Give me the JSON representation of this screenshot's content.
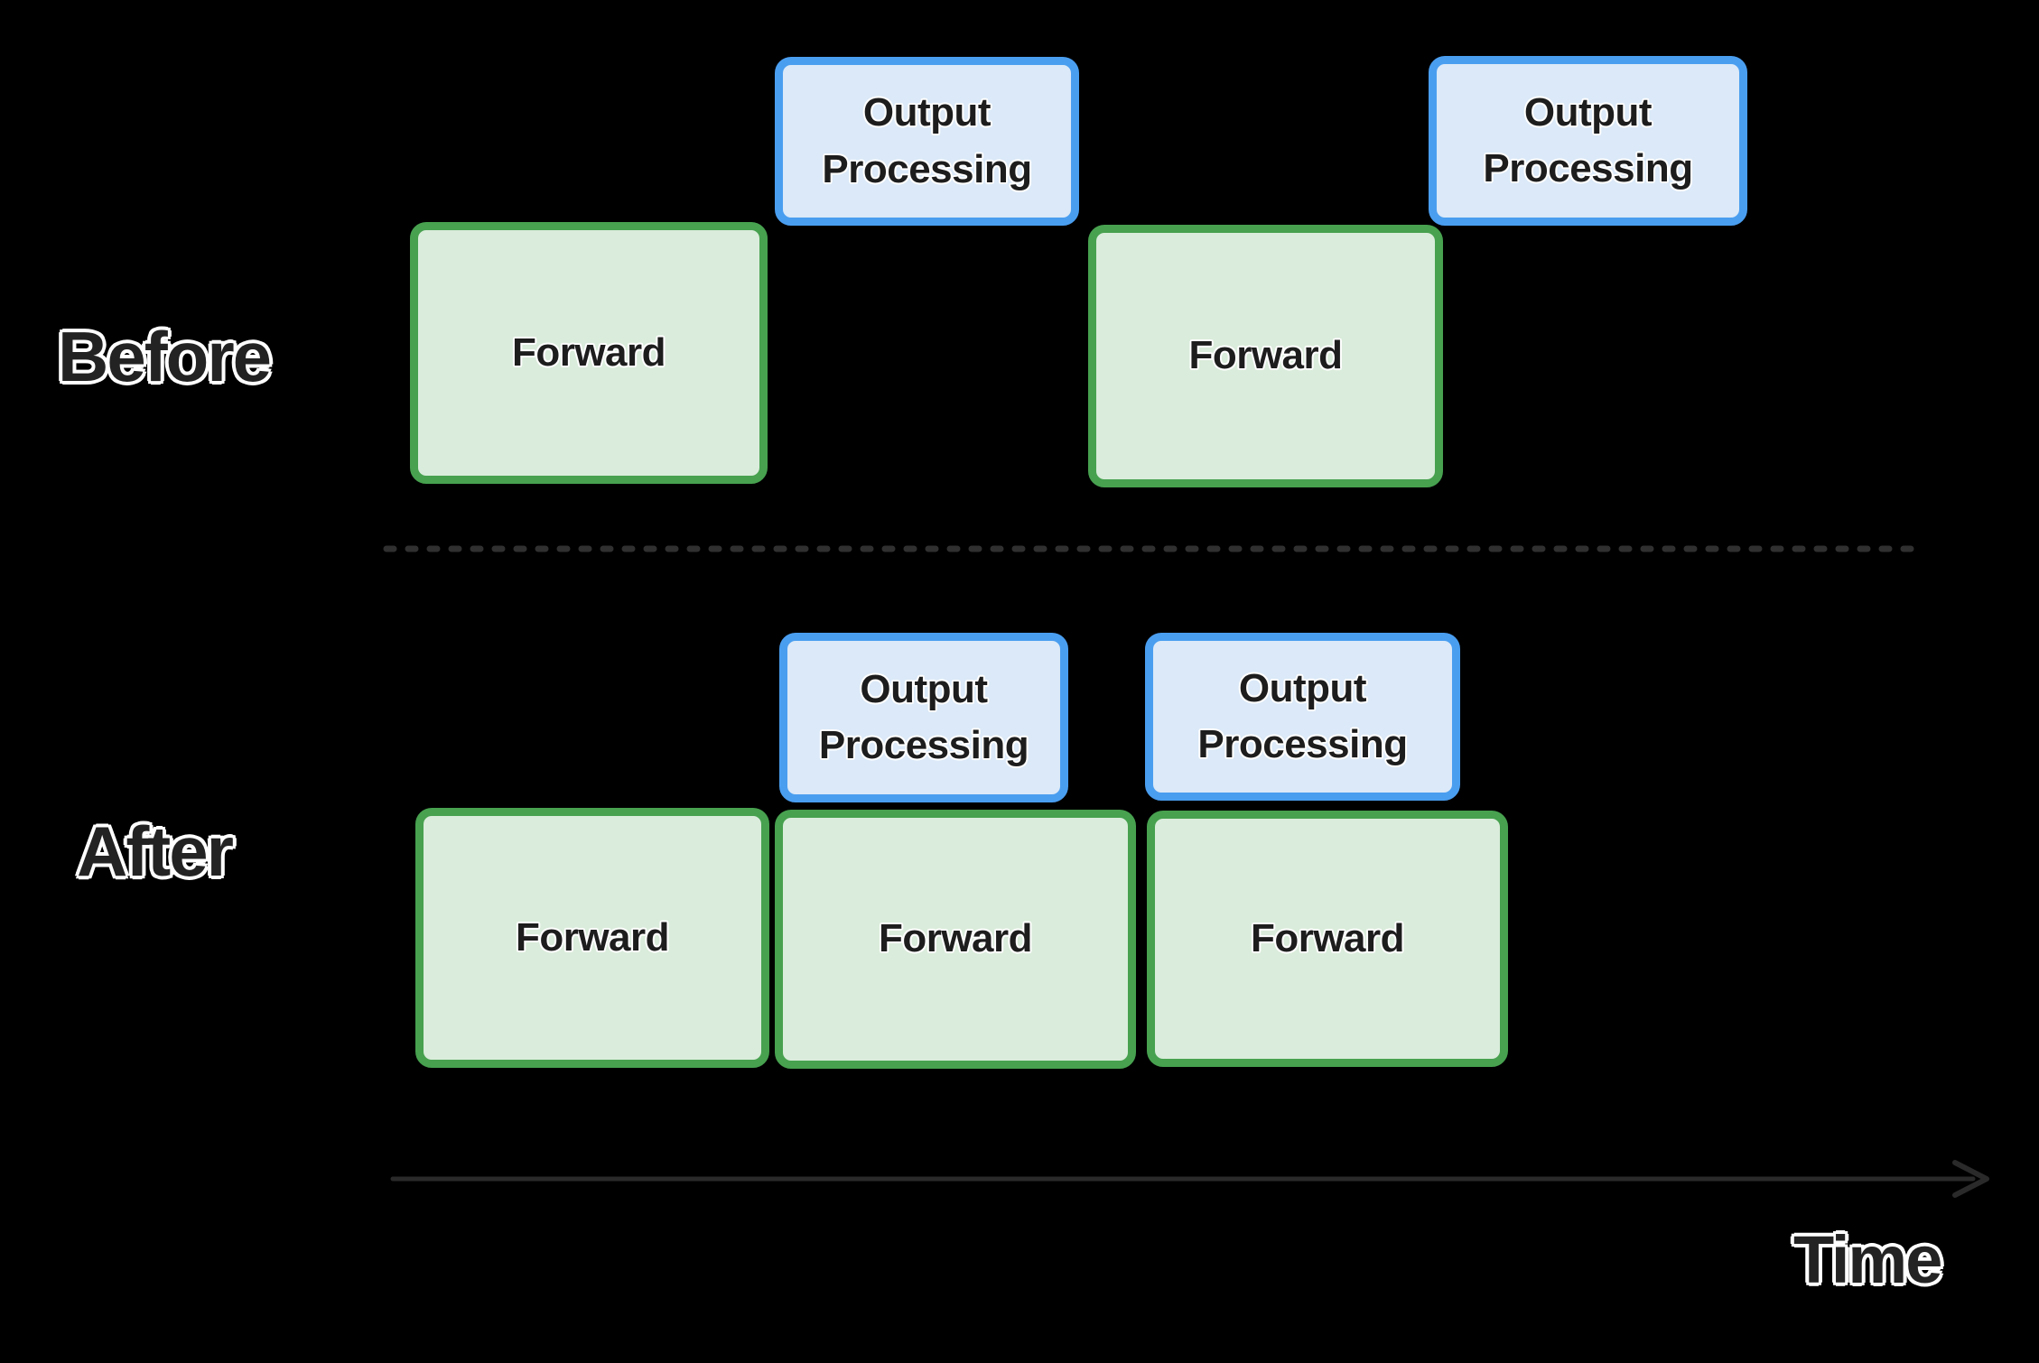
{
  "diagram": {
    "type": "pipelining-timeline-comparison",
    "background": "#000000",
    "rows": {
      "before": {
        "label": "Before",
        "boxes": [
          {
            "type": "forward",
            "label": "Forward"
          },
          {
            "type": "output-processing",
            "label": "Output Processing"
          },
          {
            "type": "forward",
            "label": "Forward"
          },
          {
            "type": "output-processing",
            "label": "Output Processing"
          }
        ]
      },
      "after": {
        "label": "After",
        "boxes": [
          {
            "type": "output-processing",
            "label": "Output Processing"
          },
          {
            "type": "output-processing",
            "label": "Output Processing"
          },
          {
            "type": "forward",
            "label": "Forward"
          },
          {
            "type": "forward",
            "label": "Forward"
          },
          {
            "type": "forward",
            "label": "Forward"
          }
        ]
      }
    },
    "timeline": {
      "label": "Time",
      "arrow_direction": "right"
    },
    "colors": {
      "forward_fill": "#daecdb",
      "forward_border": "#47a14f",
      "output_processing_fill": "#dbe9f8",
      "output_processing_border": "#4a9ef0",
      "box_text": "#1d1d1d",
      "label_text": "#232323",
      "label_outline": "#ffffff",
      "divider_dash": "#303030",
      "time_arrow": "#2a2a2a"
    }
  }
}
